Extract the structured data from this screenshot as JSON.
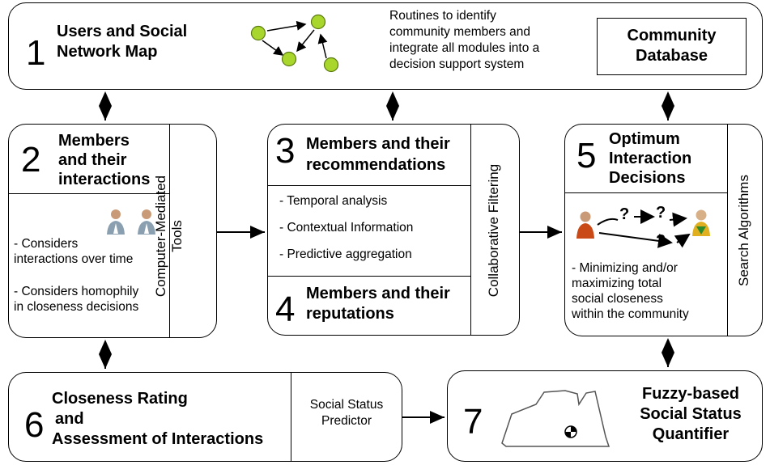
{
  "box1": {
    "number": "1",
    "title_line1": "Users and Social",
    "title_line2": "Network Map",
    "routines": [
      "Routines to identify",
      "community members and",
      "integrate all modules into a",
      "decision support system"
    ],
    "database_line1": "Community",
    "database_line2": "Database"
  },
  "box2": {
    "number": "2",
    "title": [
      "Members",
      "and their",
      "interactions"
    ],
    "side_label_line1": "Computer-Mediated",
    "side_label_line2": "Tools",
    "bullets": [
      "- Considers",
      "interactions over time",
      "- Considers homophily",
      "in closeness decisions"
    ]
  },
  "box3": {
    "number": "3",
    "title_line1": "Members and their",
    "title_line2": "recommendations",
    "bullets": [
      "- Temporal analysis",
      "- Contextual Information",
      "- Predictive aggregation"
    ],
    "side_label": "Collaborative Filtering"
  },
  "box4": {
    "number": "4",
    "title_line1": "Members and their",
    "title_line2": "reputations"
  },
  "box5": {
    "number": "5",
    "title": [
      "Optimum",
      "Interaction",
      "Decisions"
    ],
    "side_label": "Search Algorithms",
    "bullets": [
      "- Minimizing and/or",
      "maximizing total",
      "social closeness",
      "within the community"
    ],
    "question_marks": [
      "?",
      "?",
      "?"
    ]
  },
  "box6": {
    "number": "6",
    "title": [
      "Closeness Rating",
      "and",
      "Assessment of Interactions"
    ],
    "predictor_line1": "Social Status",
    "predictor_line2": "Predictor"
  },
  "box7": {
    "number": "7",
    "title": [
      "Fuzzy-based",
      "Social Status",
      "Quantifier"
    ]
  },
  "colors": {
    "node_fill": "#a8d62c",
    "node_stroke": "#5a7a10",
    "person_left_shirt": "#c94a16",
    "person_right_shirt": "#e0b020",
    "gray_person": "#8aa0b0"
  }
}
